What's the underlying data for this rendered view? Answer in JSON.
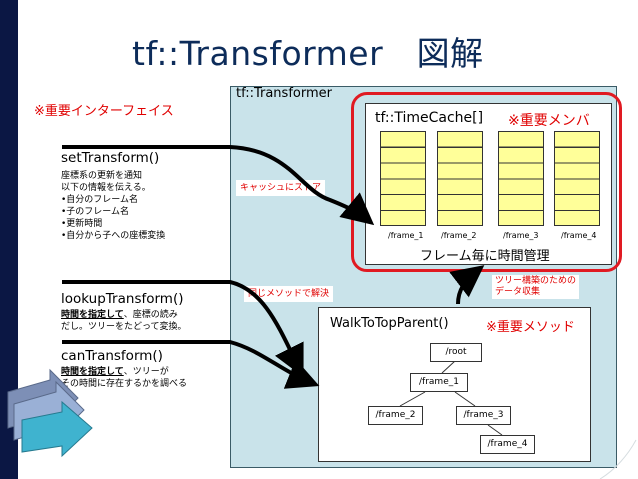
{
  "title": "tf::Transformer　図解",
  "important_interface": "※重要インターフェイス",
  "transformer": {
    "label": "tf::Transformer"
  },
  "time_cache": {
    "title": "tf::TimeCache[]",
    "important": "※重要メンバ",
    "frames": [
      "/frame_1",
      "/frame_2",
      "/frame_3",
      "/frame_4"
    ],
    "footer": "フレーム毎に時間管理",
    "stack_color": "#ffff99"
  },
  "interfaces": {
    "set_transform": {
      "title": "setTransform()",
      "lines": [
        "座標系の更新を通知",
        "以下の情報を伝える。",
        "•自分のフレーム名",
        "•子のフレーム名",
        "•更新時間",
        "•自分から子への座標変換"
      ]
    },
    "lookup_transform": {
      "title": "lookupTransform()",
      "emph": "時間を指定して",
      "rest1": "、座標の読み",
      "line2": "だし。ツリーをたどって変換。"
    },
    "can_transform": {
      "title": "canTransform()",
      "emph": "時間を指定して",
      "rest1": "、ツリーが",
      "line2": "その時間に存在するかを調べる"
    }
  },
  "notes": {
    "cache_store": "キャッシュにストア",
    "same_method": "同じメソッドで解決",
    "tree_build": [
      "ツリー構築のための",
      "データ収集"
    ]
  },
  "walk": {
    "title": "WalkToTopParent()",
    "important": "※重要メソッド",
    "nodes": {
      "root": "/root",
      "frame_1": "/frame_1",
      "frame_2": "/frame_2",
      "frame_3": "/frame_3",
      "frame_4": "/frame_4"
    }
  },
  "colors": {
    "accent_red": "#e01a22",
    "panel_bg": "#c9e3ea",
    "title_color": "#0d2c5a",
    "left_bar": "#0b1744"
  }
}
